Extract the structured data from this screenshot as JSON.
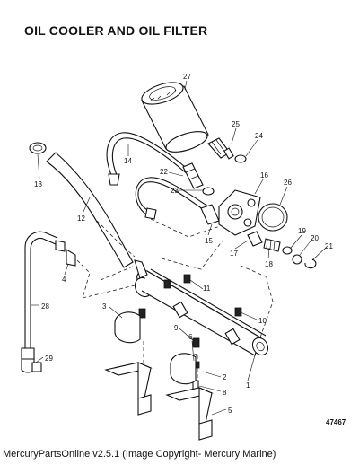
{
  "title": "OIL COOLER AND OIL FILTER",
  "footer": "MercuryPartsOnline v2.5.1 (Image Copyright- Mercury Marine)",
  "plate_number": "47467",
  "callouts": [
    "1",
    "2",
    "3",
    "4",
    "5",
    "6",
    "7",
    "8",
    "9",
    "10",
    "11",
    "12",
    "13",
    "14",
    "15",
    "16",
    "17",
    "18",
    "19",
    "20",
    "21",
    "22",
    "23",
    "24",
    "25",
    "26",
    "27",
    "28",
    "29"
  ]
}
